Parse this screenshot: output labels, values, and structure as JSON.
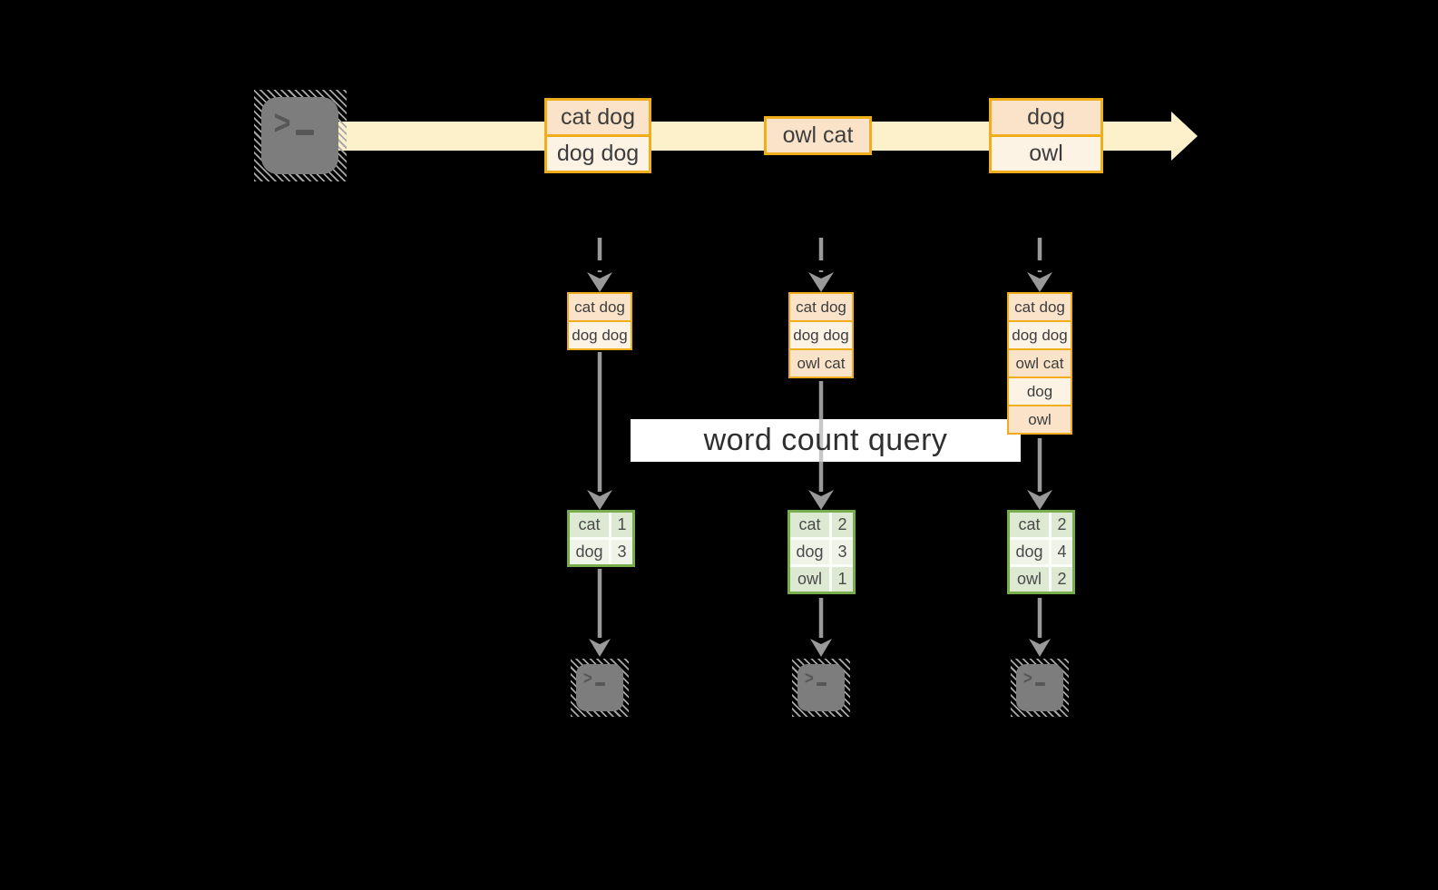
{
  "colors": {
    "stream_band": "#fdf1cc",
    "event_border": "#f0ad1c",
    "event_fill_a": "#fae3c8",
    "event_fill_b": "#fdf3e5",
    "table_border": "#77ad4d",
    "table_fill_a": "#dde9d2",
    "table_fill_b": "#eef4e8",
    "arrow_gray": "#999999",
    "terminal_gray": "#7d7d7d",
    "query_bg": "#ffffff",
    "text": "#3d3d3d"
  },
  "diagram": {
    "query_label": "word count query",
    "icons": {
      "source": "terminal-icon",
      "sink": "terminal-icon",
      "prompt_char": ">"
    },
    "stream_events": [
      {
        "lines": [
          "cat dog",
          "dog dog"
        ]
      },
      {
        "lines": [
          "owl cat"
        ]
      },
      {
        "lines": [
          "dog",
          "owl"
        ]
      }
    ],
    "tasks": [
      {
        "buffer": [
          "cat dog",
          "dog dog"
        ],
        "counts": [
          {
            "word": "cat",
            "count": "1"
          },
          {
            "word": "dog",
            "count": "3"
          }
        ]
      },
      {
        "buffer": [
          "cat dog",
          "dog dog",
          "owl cat"
        ],
        "counts": [
          {
            "word": "cat",
            "count": "2"
          },
          {
            "word": "dog",
            "count": "3"
          },
          {
            "word": "owl",
            "count": "1"
          }
        ]
      },
      {
        "buffer": [
          "cat dog",
          "dog dog",
          "owl cat",
          "dog",
          "owl"
        ],
        "counts": [
          {
            "word": "cat",
            "count": "2"
          },
          {
            "word": "dog",
            "count": "4"
          },
          {
            "word": "owl",
            "count": "2"
          }
        ]
      }
    ]
  }
}
